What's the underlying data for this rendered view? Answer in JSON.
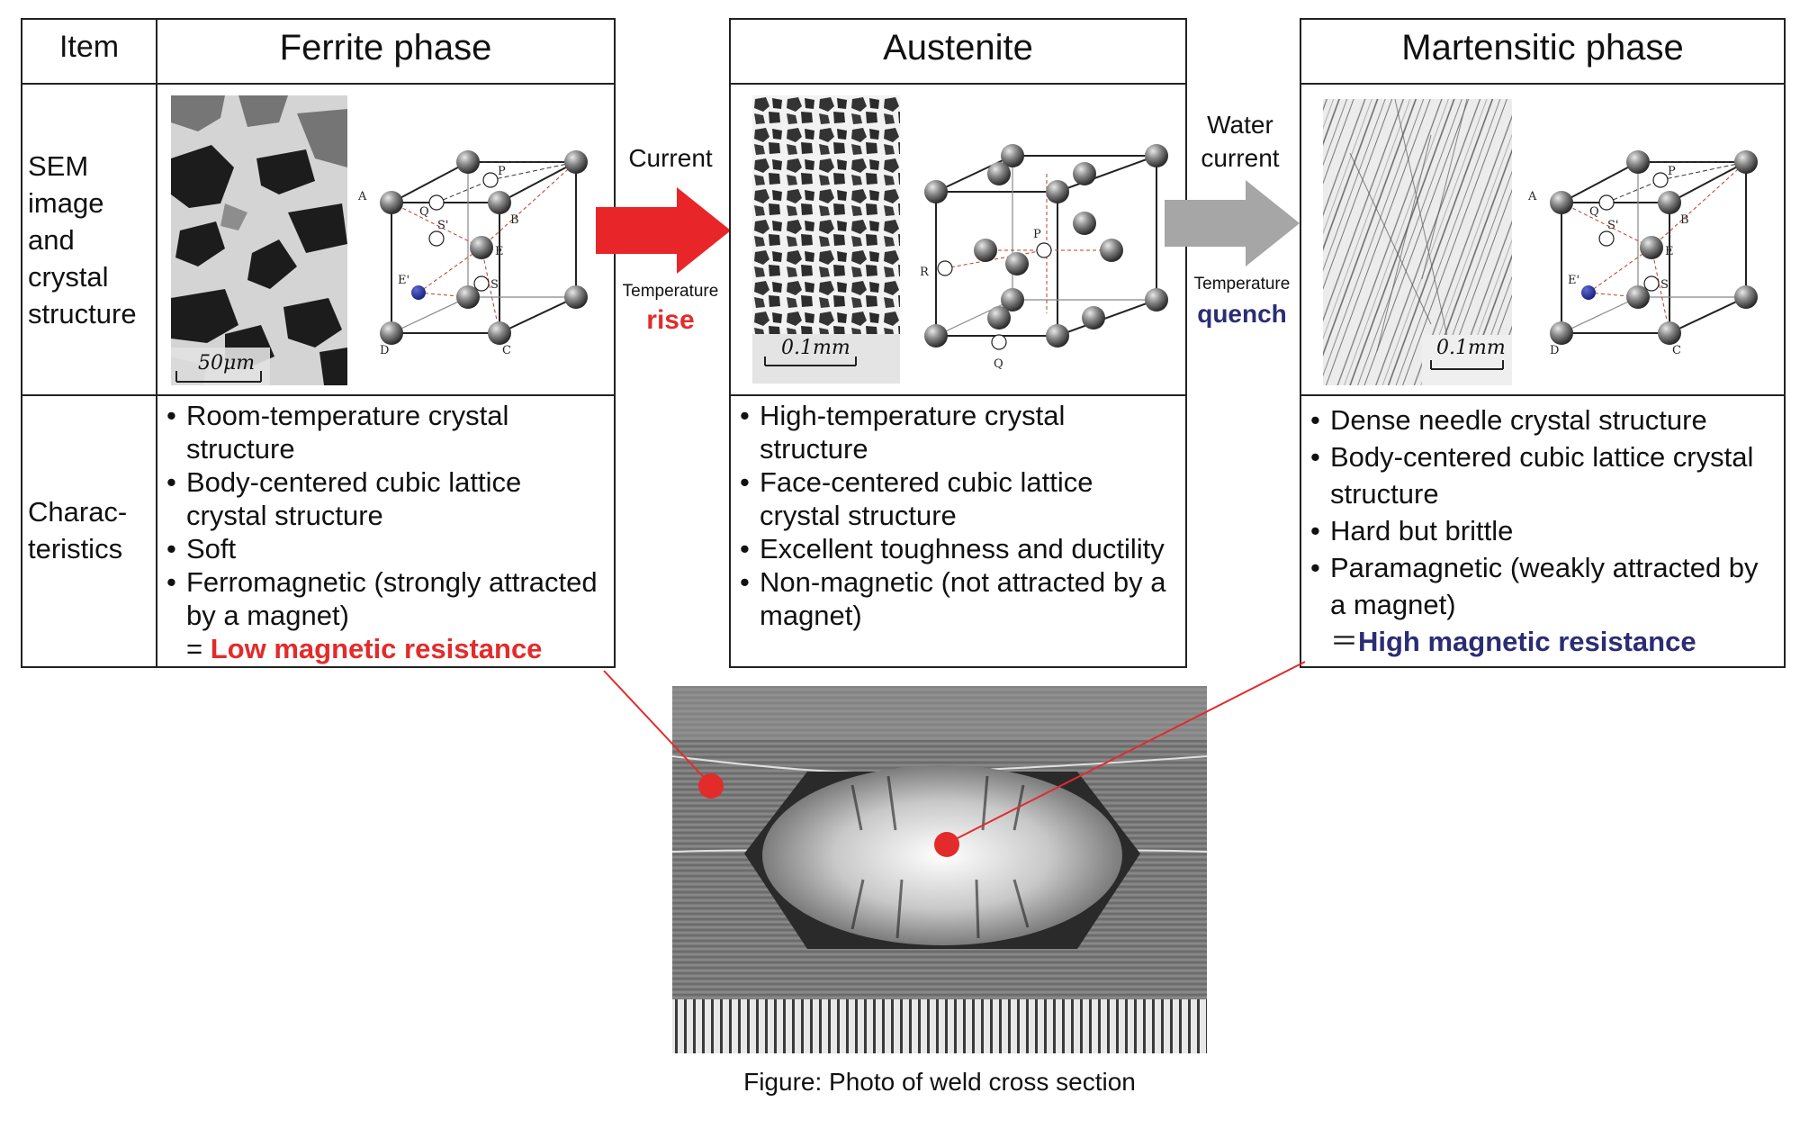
{
  "table1": {
    "item_header": "Item",
    "phase_header": "Ferrite phase",
    "row1_label_lines": [
      "SEM",
      "image",
      "and",
      "crystal",
      "structure"
    ],
    "row2_label_lines": [
      "Charac-",
      "teristics"
    ],
    "scale": "50μm",
    "bullets": [
      [
        "Room-temperature crystal",
        "structure"
      ],
      [
        "Body-centered cubic lattice",
        "crystal structure"
      ],
      [
        "Soft"
      ],
      [
        "Ferromagnetic (strongly attracted",
        "by a magnet)"
      ]
    ],
    "result_prefix": "=",
    "result": "Low magnetic resistance"
  },
  "table2": {
    "phase_header": "Austenite",
    "scale": "0.1mm",
    "bullets": [
      [
        "High-temperature crystal",
        "structure"
      ],
      [
        "Face-centered cubic lattice",
        "crystal structure"
      ],
      [
        "Excellent toughness and ductility"
      ],
      [
        "Non-magnetic (not attracted by a",
        "magnet)"
      ]
    ]
  },
  "table3": {
    "phase_header": "Martensitic phase",
    "scale": "0.1mm",
    "bullets": [
      [
        "Dense needle crystal structure"
      ],
      [
        "Body-centered cubic lattice crystal",
        "structure"
      ],
      [
        "Hard but brittle"
      ],
      [
        "Paramagnetic (weakly attracted by",
        "a magnet)"
      ]
    ],
    "result_prefix": "＝",
    "result": "High magnetic resistance"
  },
  "arrow1": {
    "top_label": "Current",
    "bottom_label": "Temperature",
    "bottom_emph": "rise",
    "color": "#e8262a"
  },
  "arrow2": {
    "top_line1": "Water",
    "top_line2": "current",
    "bottom_label": "Temperature",
    "bottom_emph": "quench",
    "color": "#a6a6a6"
  },
  "lattice_bcc_labels": {
    "A": "A",
    "B": "B",
    "C": "C",
    "D": "D",
    "E": "E",
    "E1": "E'",
    "P": "P",
    "Q": "Q",
    "S": "S",
    "S1": "S'"
  },
  "lattice_fcc_labels": {
    "P": "P",
    "Q": "Q",
    "R": "R"
  },
  "caption": "Figure: Photo of weld cross section",
  "colors": {
    "accent_red": "#e8262a",
    "navy": "#2b2d74",
    "grey_arrow": "#a6a6a6"
  }
}
